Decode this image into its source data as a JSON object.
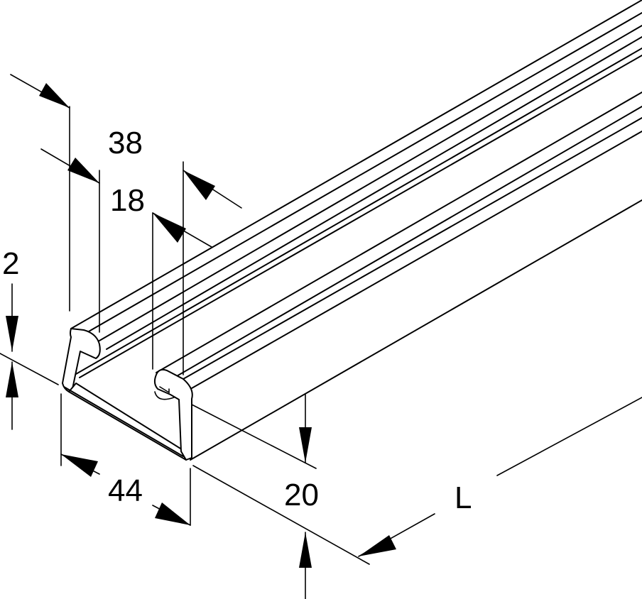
{
  "dimensions": {
    "outer_width": "38",
    "slot_width": "18",
    "wall_thickness": "2",
    "base_width": "44",
    "height": "20",
    "length": "L"
  }
}
